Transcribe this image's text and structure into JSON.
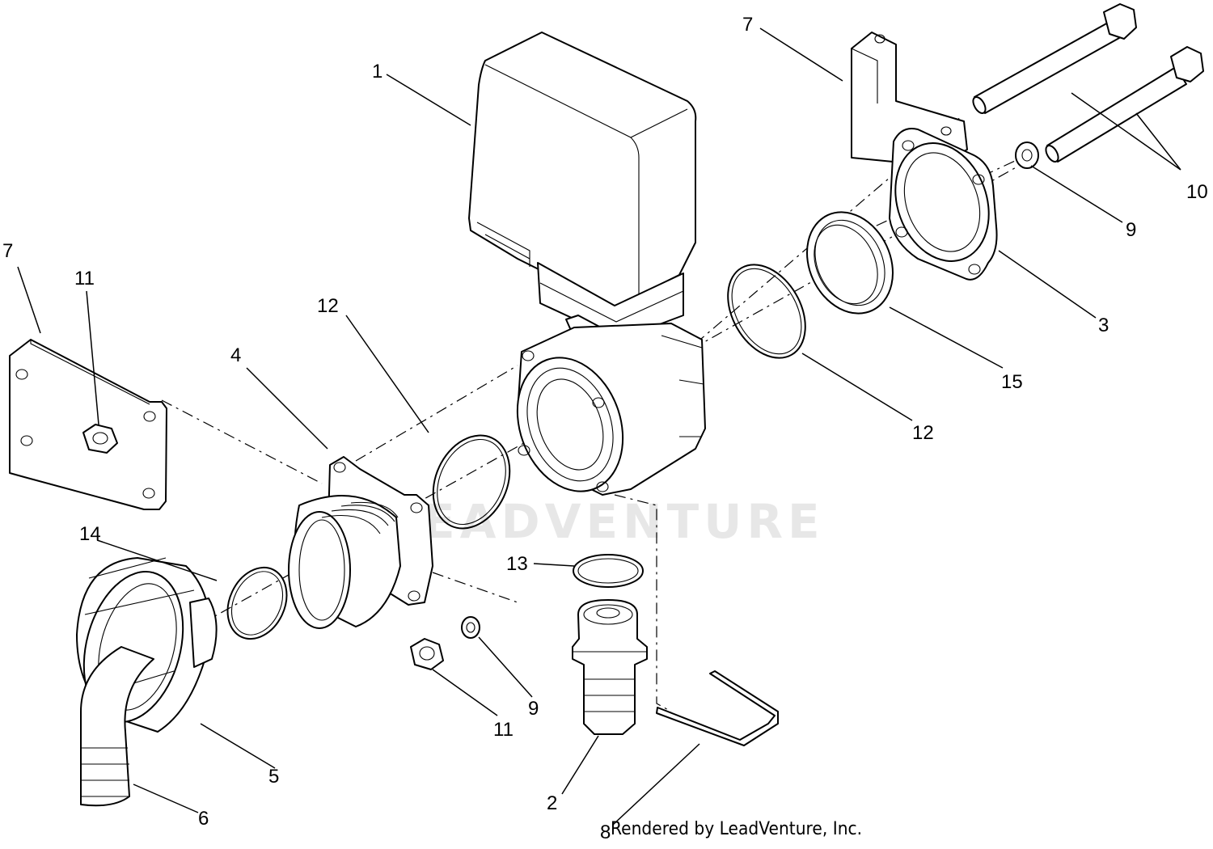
{
  "watermark": "LEADVENTURE",
  "credit": "Rendered by LeadVenture, Inc.",
  "callouts": [
    {
      "id": "c1",
      "label": "1"
    },
    {
      "id": "c2",
      "label": "2"
    },
    {
      "id": "c3",
      "label": "3"
    },
    {
      "id": "c4",
      "label": "4"
    },
    {
      "id": "c5",
      "label": "5"
    },
    {
      "id": "c6",
      "label": "6"
    },
    {
      "id": "c7a",
      "label": "7"
    },
    {
      "id": "c7b",
      "label": "7"
    },
    {
      "id": "c8",
      "label": "8"
    },
    {
      "id": "c9a",
      "label": "9"
    },
    {
      "id": "c9b",
      "label": "9"
    },
    {
      "id": "c10",
      "label": "10"
    },
    {
      "id": "c11a",
      "label": "11"
    },
    {
      "id": "c11b",
      "label": "11"
    },
    {
      "id": "c12a",
      "label": "12"
    },
    {
      "id": "c12b",
      "label": "12"
    },
    {
      "id": "c13",
      "label": "13"
    },
    {
      "id": "c14",
      "label": "14"
    },
    {
      "id": "c15",
      "label": "15"
    }
  ]
}
